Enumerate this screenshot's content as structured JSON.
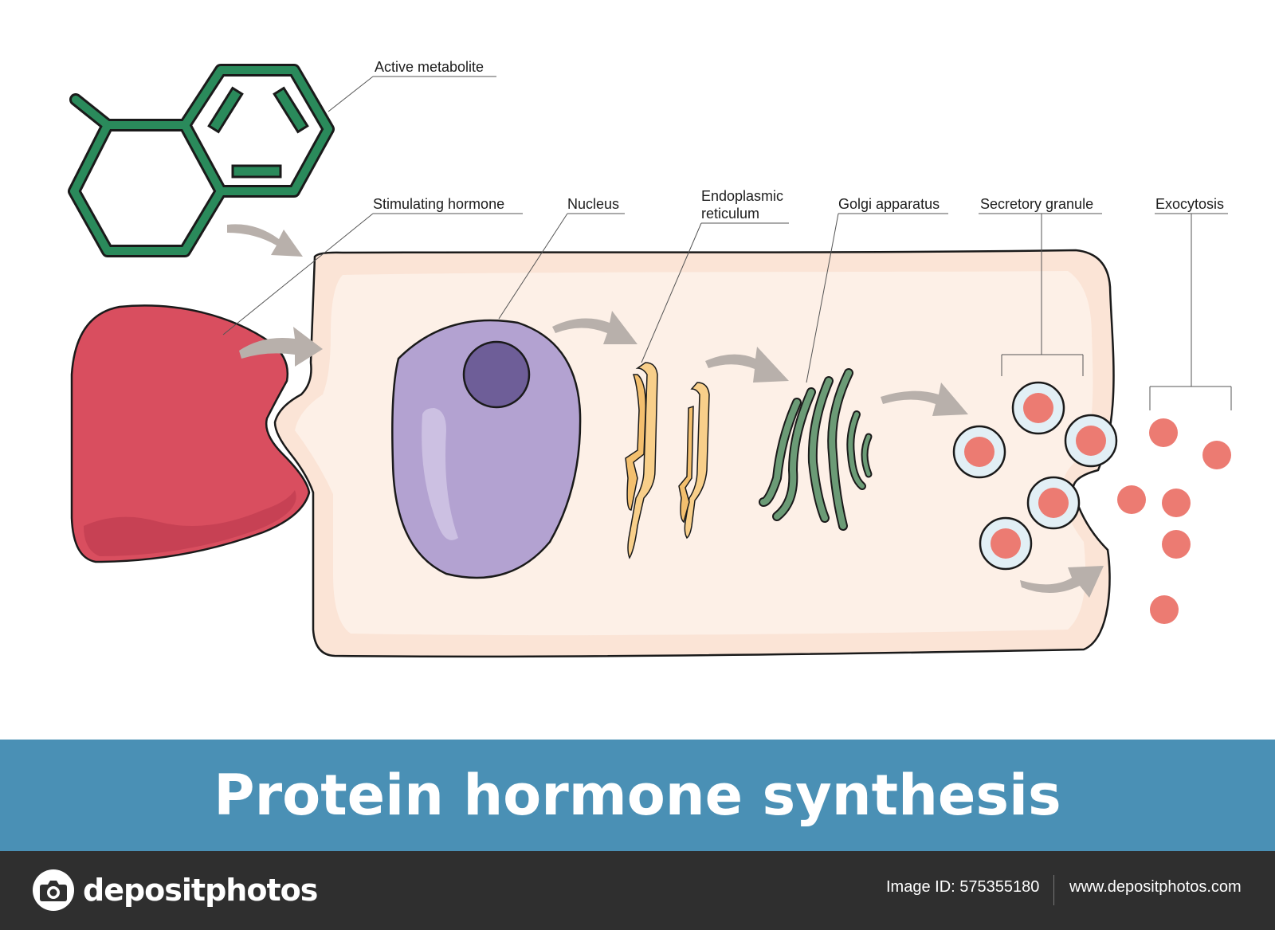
{
  "labels": {
    "active_metabolite": "Active metabolite",
    "stimulating_hormone": "Stimulating hormone",
    "nucleus": "Nucleus",
    "endoplasmic_reticulum_line1": "Endoplasmic",
    "endoplasmic_reticulum_line2": "reticulum",
    "golgi_apparatus": "Golgi apparatus",
    "secretory_granule": "Secretory granule",
    "exocytosis": "Exocytosis"
  },
  "title": "Protein hormone synthesis",
  "footer": {
    "logo_text": "depositphotos",
    "image_id": "Image ID: 575355180",
    "site_url": "www.depositphotos.com"
  },
  "colors": {
    "molecule": "#2a8a5b",
    "hormone": "#d94e5f",
    "cell": "#fbe4d6",
    "nucleus": "#b3a2d1",
    "nucleolus": "#6e5e98",
    "er": "#f8cf8a",
    "golgi": "#6b9b76",
    "granule": "#e2eff5",
    "granule_core": "#ec7b72",
    "title_bar": "#4a90b5",
    "footer": "#2f2f2f"
  }
}
